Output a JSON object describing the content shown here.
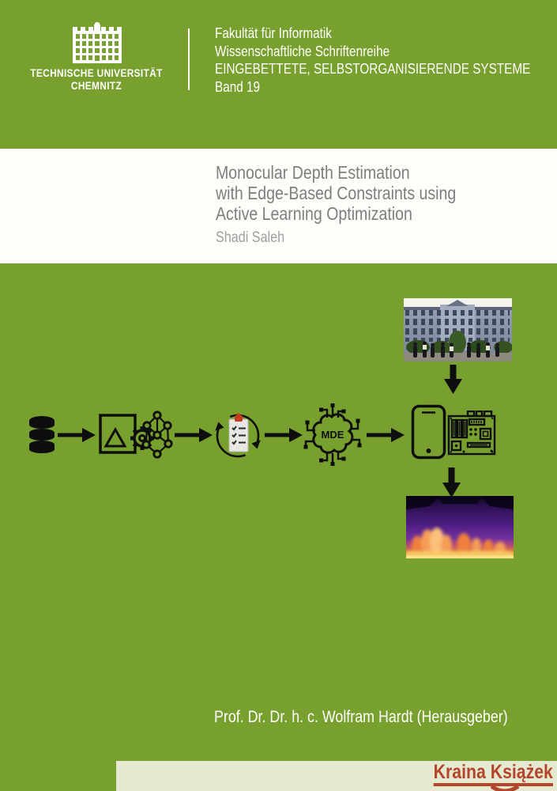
{
  "colors": {
    "background_green": "#78A02E",
    "title_band_white": "#FDFDFA",
    "watermark_red": "#B2452A",
    "watermark_bar_beige": "#E6E9D2"
  },
  "publisher_header": {
    "university_line1": "TECHNISCHE UNIVERSITÄT",
    "university_line2": "CHEMNITZ",
    "faculty": "Fakultät für Informatik",
    "series": "Wissenschaftliche Schriftenreihe",
    "series_title": "EINGEBETTETE, SELBSTORGANISIERENDE SYSTEME",
    "volume": "Band 19"
  },
  "title_block": {
    "title_line1": "Monocular Depth Estimation",
    "title_line2": "with Edge-Based Constraints using",
    "title_line3": "Active Learning Optimization",
    "author": "Shadi Saleh"
  },
  "pipeline": {
    "mde_label": "MDE",
    "stage_icons": [
      "database-icon",
      "model-training-icon",
      "active-learning-cycle-icon",
      "mde-brain-icon",
      "smartphone-icon",
      "motherboard-icon"
    ],
    "input_image": "tu-chemnitz-campus-photo",
    "output_image": "depth-map-visualization"
  },
  "footer": {
    "editor": "Prof. Dr. Dr. h. c. Wolfram Hardt (Herausgeber)"
  },
  "watermark": {
    "text": "Kraina Książek"
  }
}
